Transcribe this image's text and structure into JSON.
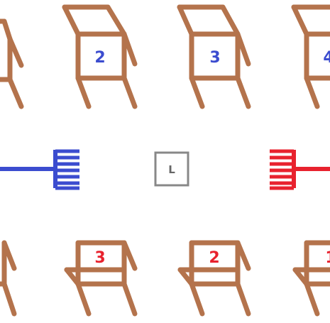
{
  "scene": {
    "colors": {
      "chair": "#b4734c",
      "blue_team": "#3b4ccf",
      "red_team": "#e8222e",
      "center_box_border": "#888888",
      "center_box_letter": "#666666",
      "background": "#ffffff"
    },
    "top_row": {
      "team": "blue",
      "chairs": [
        {
          "label": ""
        },
        {
          "label": "2"
        },
        {
          "label": "3"
        },
        {
          "label": "4"
        }
      ]
    },
    "bottom_row": {
      "team": "red",
      "chairs": [
        {
          "label": ""
        },
        {
          "label": "3"
        },
        {
          "label": "2"
        },
        {
          "label": "1"
        }
      ]
    },
    "left_rake": {
      "team": "blue",
      "icon": "rake-icon"
    },
    "right_rake": {
      "team": "red",
      "icon": "rake-icon"
    },
    "center_marker": {
      "letter": "L"
    }
  }
}
